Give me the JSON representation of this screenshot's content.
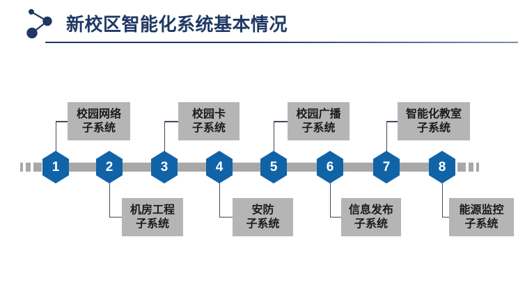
{
  "header": {
    "title": "新校区智能化系统基本情况",
    "icon": "share-nodes-icon"
  },
  "colors": {
    "title": "#1F3864",
    "hexagon": "#1163A8",
    "number": "#FFFFFF",
    "bar": "#A8A8A8",
    "label_box": "#B5B5B5",
    "label_text": "#1A1A1A",
    "connector": "#42465A"
  },
  "timeline": {
    "items": [
      {
        "number": "1",
        "label_line1": "校园网络",
        "label_line2": "子系统",
        "position": "above"
      },
      {
        "number": "2",
        "label_line1": "机房工程",
        "label_line2": "子系统",
        "position": "below"
      },
      {
        "number": "3",
        "label_line1": "校园卡",
        "label_line2": "子系统",
        "position": "above"
      },
      {
        "number": "4",
        "label_line1": "安防",
        "label_line2": "子系统",
        "position": "below"
      },
      {
        "number": "5",
        "label_line1": "校园广播",
        "label_line2": "子系统",
        "position": "above"
      },
      {
        "number": "6",
        "label_line1": "信息发布",
        "label_line2": "子系统",
        "position": "below"
      },
      {
        "number": "7",
        "label_line1": "智能化教室",
        "label_line2": "子系统",
        "position": "above"
      },
      {
        "number": "8",
        "label_line1": "能源监控",
        "label_line2": "子系统",
        "position": "below"
      }
    ]
  }
}
